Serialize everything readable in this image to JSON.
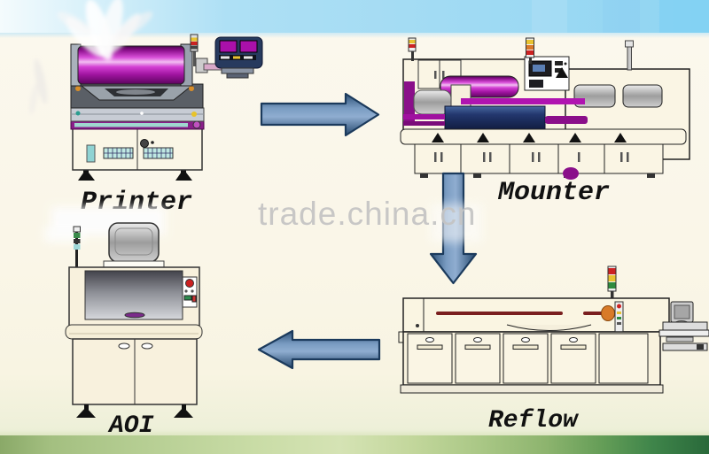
{
  "diagram": {
    "type": "process-flow",
    "flow": [
      "Printer",
      "Mounter",
      "Reflow",
      "AOI"
    ],
    "title_labels": {
      "printer": "Printer",
      "mounter": "Mounter",
      "reflow": "Reflow",
      "aoi": "AOI"
    },
    "arrows": [
      {
        "name": "printer-to-mounter",
        "direction": "right"
      },
      {
        "name": "mounter-to-reflow",
        "direction": "down"
      },
      {
        "name": "reflow-to-aoi",
        "direction": "left"
      }
    ],
    "watermark": "trade.china.cn",
    "colors": {
      "arrow_blue": "#3f6fa8",
      "machine_magenta": "#a812a8",
      "conveyor_navy": "#16295e",
      "machine_body_cream": "#f8f3e2",
      "reflow_rail_red": "#7a1f1f",
      "top_band_blue": "#a5dcf3",
      "bottom_band_green": "#5a9450",
      "watermark_gray": "#c4c4c4"
    }
  }
}
